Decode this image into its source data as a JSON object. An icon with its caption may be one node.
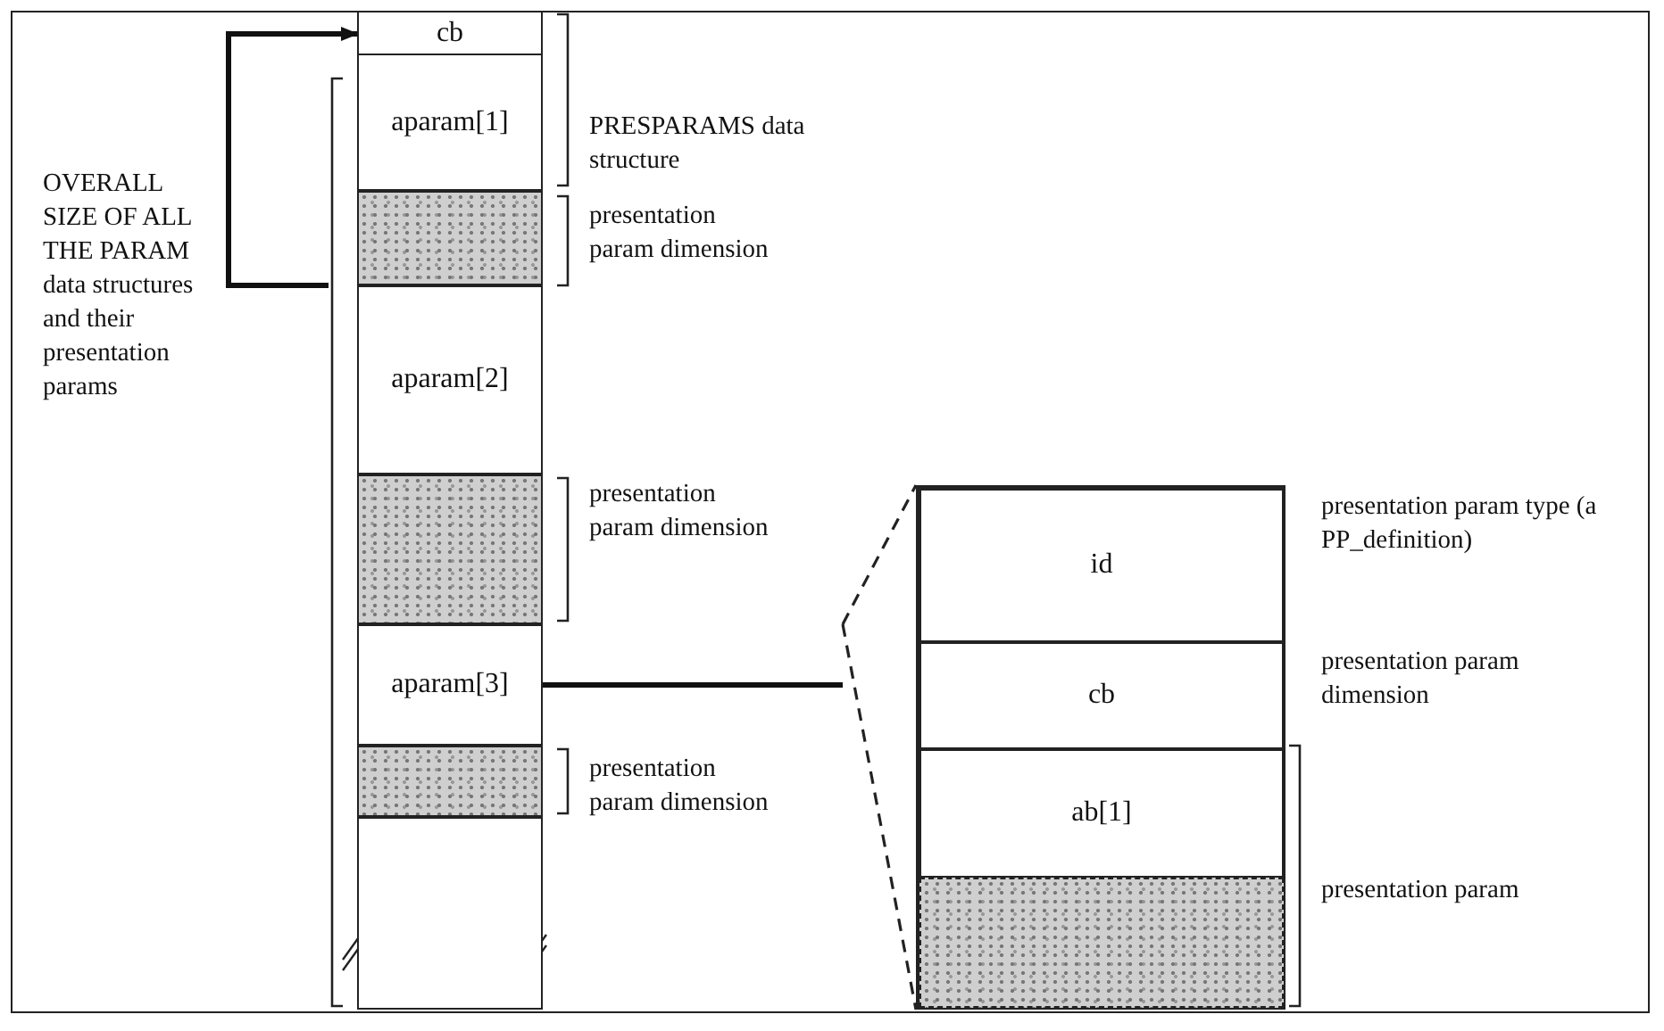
{
  "diagram": {
    "nodes": [
      {
        "text": [
          "cb"
        ]
      },
      {
        "text": [
          "aparam[1]"
        ]
      },
      {
        "text": [],
        "shape": "box"
      },
      {
        "text": [
          "aparam[2]"
        ]
      },
      {
        "text": [],
        "shape": "box"
      },
      {
        "text": [
          "aparam[3]"
        ]
      },
      {
        "text": [],
        "shape": "box"
      },
      {
        "text": [],
        "shape": "box"
      },
      {
        "text": [],
        "shape": "box"
      },
      {
        "text": [
          "id"
        ],
        "in": 8,
        "beside": [
          "presentation param type (a PP_definition)"
        ]
      },
      {
        "text": [
          "cb"
        ],
        "in": 8,
        "beside": [
          "presentation param dimension"
        ]
      },
      {
        "text": [
          "ab[1]"
        ],
        "in": 8
      },
      {
        "text": [],
        "shape": "box",
        "in": 8
      }
    ],
    "edges": [
      {
        "from": null,
        "to": 0,
        "arrow": "to"
      },
      {
        "from": 5,
        "to": 8,
        "arrow": "none"
      }
    ],
    "labels": [
      "PRESPARAMS data structure",
      "OVERALL SIZE OF ALL THE PARAM data structures and their presentation params",
      "presentation param dimension",
      "presentation param dimension",
      "presentation param dimension",
      "presentation param"
    ]
  }
}
